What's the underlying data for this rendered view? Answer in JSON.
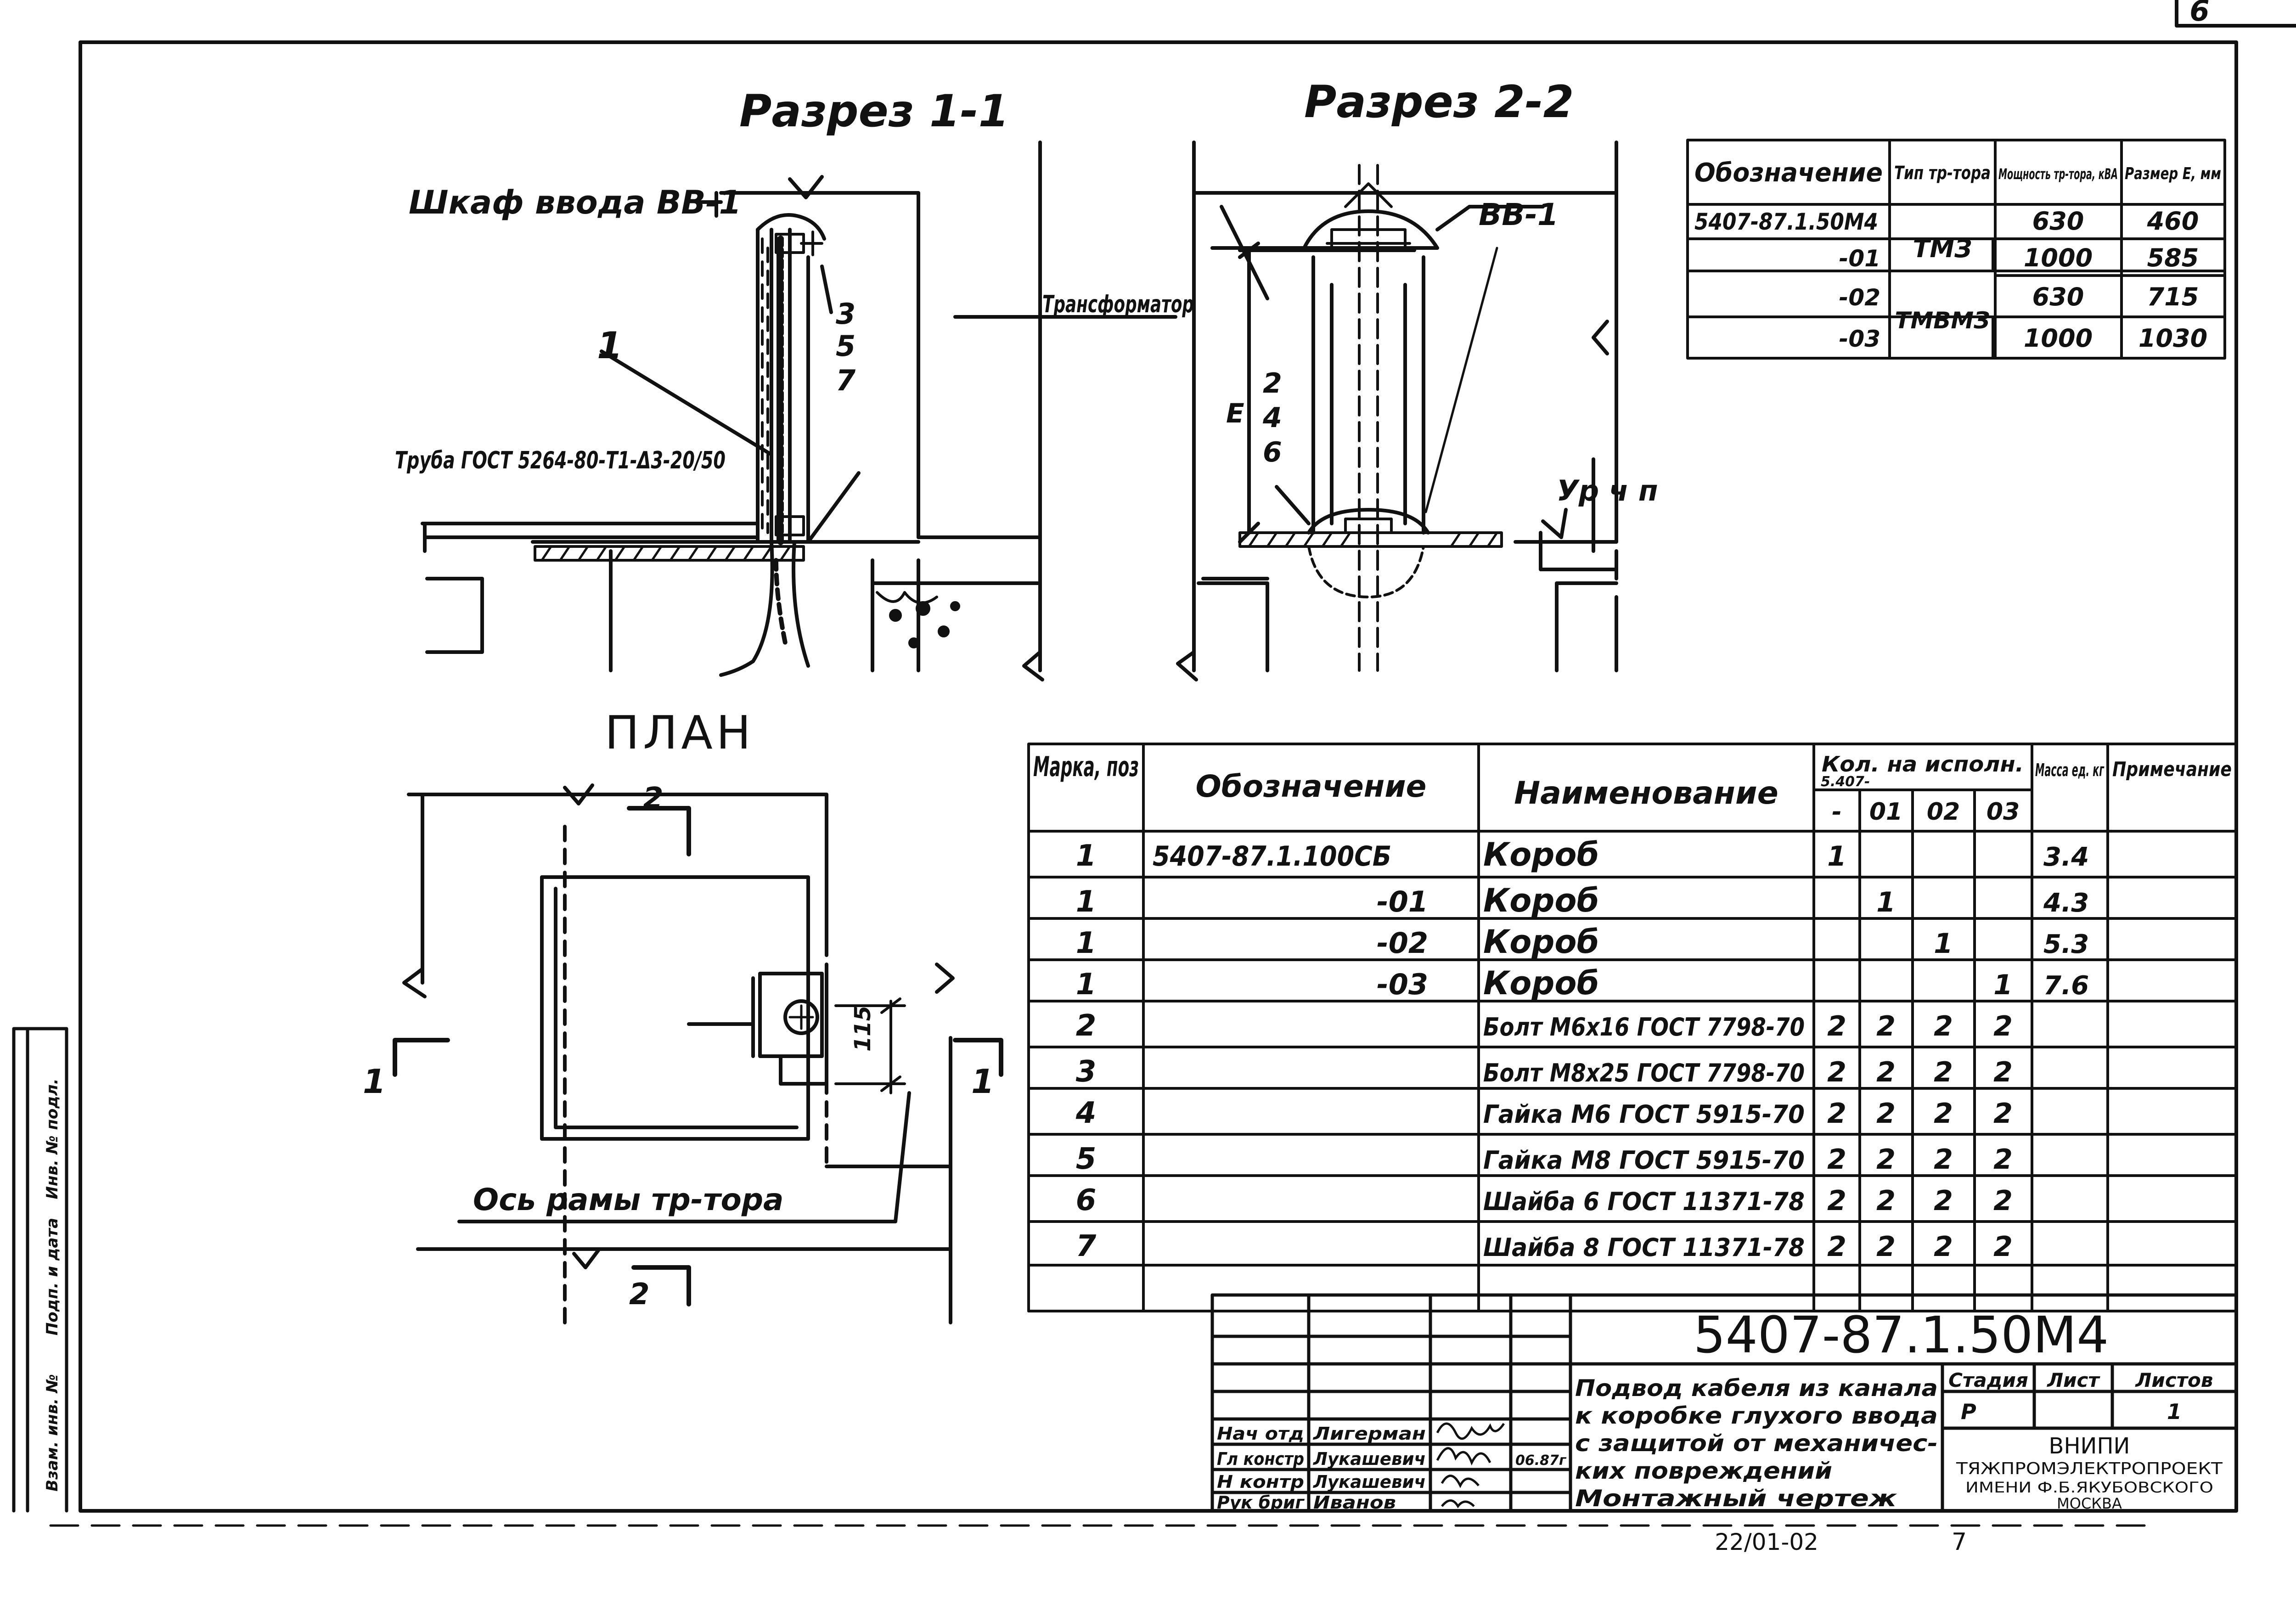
{
  "sheet": {
    "page_number": "6",
    "archive_code": "22/01-02",
    "archive_copy": "7"
  },
  "views": {
    "section11": {
      "title": "Разрез 1-1",
      "cabinet": "Шкаф ввода ВВ-1",
      "pos1": "1",
      "pos3": "3",
      "pos5": "5",
      "pos7": "7",
      "pipe": "Труба ГОСТ 5264-80-Т1-Δ3-20/50"
    },
    "section22": {
      "title": "Разрез 2-2",
      "bb": "ВВ-1",
      "transformer": "Трансформатор",
      "dimE": "Е",
      "pos2": "2",
      "pos4": "4",
      "pos6": "6",
      "level": "Ур ч п"
    },
    "plan": {
      "title": "ПЛАН",
      "cut2": "2",
      "cut1": "1",
      "dim": "115",
      "axis": "Ось рамы тр-тора"
    }
  },
  "variants_table": {
    "headers": [
      "Обозначение",
      "Тип тр-тора",
      "Мощность тр-тора, кВА",
      "Размер Е, мм"
    ],
    "rows": [
      {
        "designation": "5407-87.1.50М4",
        "type": "ТМЗ",
        "power": "630",
        "size": "460"
      },
      {
        "designation": "-01",
        "type": "",
        "power": "1000",
        "size": "585"
      },
      {
        "designation": "-02",
        "type": "ТМВМЗ",
        "power": "630",
        "size": "715"
      },
      {
        "designation": "-03",
        "type": "",
        "power": "1000",
        "size": "1030"
      }
    ]
  },
  "spec_table": {
    "headers": {
      "mark": "Марка, поз",
      "designation": "Обозначение",
      "name": "Наименование",
      "qty": "Кол. на исполн.",
      "qty_prefix": "5.407-",
      "mass": "Масса ед. кг",
      "note": "Примечание"
    },
    "variants": [
      "-",
      "01",
      "02",
      "03"
    ],
    "rows": [
      {
        "pos": "1",
        "designation": "5407-87.1.100СБ",
        "name": "Короб",
        "q": [
          "1",
          "",
          "",
          ""
        ],
        "mass": "3.4",
        "note": ""
      },
      {
        "pos": "1",
        "designation": "-01",
        "name": "Короб",
        "q": [
          "",
          "1",
          "",
          ""
        ],
        "mass": "4.3",
        "note": ""
      },
      {
        "pos": "1",
        "designation": "-02",
        "name": "Короб",
        "q": [
          "",
          "",
          "1",
          ""
        ],
        "mass": "5.3",
        "note": ""
      },
      {
        "pos": "1",
        "designation": "-03",
        "name": "Короб",
        "q": [
          "",
          "",
          "",
          "1"
        ],
        "mass": "7.6",
        "note": ""
      },
      {
        "pos": "2",
        "designation": "",
        "name": "Болт М6х16 ГОСТ 7798-70",
        "q": [
          "2",
          "2",
          "2",
          "2"
        ],
        "mass": "",
        "note": ""
      },
      {
        "pos": "3",
        "designation": "",
        "name": "Болт М8х25 ГОСТ 7798-70",
        "q": [
          "2",
          "2",
          "2",
          "2"
        ],
        "mass": "",
        "note": ""
      },
      {
        "pos": "4",
        "designation": "",
        "name": "Гайка М6 ГОСТ 5915-70",
        "q": [
          "2",
          "2",
          "2",
          "2"
        ],
        "mass": "",
        "note": ""
      },
      {
        "pos": "5",
        "designation": "",
        "name": "Гайка М8 ГОСТ 5915-70",
        "q": [
          "2",
          "2",
          "2",
          "2"
        ],
        "mass": "",
        "note": ""
      },
      {
        "pos": "6",
        "designation": "",
        "name": "Шайба 6 ГОСТ 11371-78",
        "q": [
          "2",
          "2",
          "2",
          "2"
        ],
        "mass": "",
        "note": ""
      },
      {
        "pos": "7",
        "designation": "",
        "name": "Шайба 8 ГОСТ 11371-78",
        "q": [
          "2",
          "2",
          "2",
          "2"
        ],
        "mass": "",
        "note": ""
      }
    ]
  },
  "title_block": {
    "code": "5407-87.1.50М4",
    "description": [
      "Подвод кабеля из канала",
      "к коробке глухого ввода",
      "с защитой от механичес-",
      "ких повреждений",
      "Монтажный чертеж"
    ],
    "stage_label": "Стадия",
    "sheet_label": "Лист",
    "sheets_label": "Листов",
    "stage": "Р",
    "sheet": "",
    "sheets": "1",
    "org": [
      "ВНИПИ",
      "ТЯЖПРОМЭЛЕКТРОПРОЕКТ",
      "ИМЕНИ Ф.Б.ЯКУБОВСКОГО",
      "МОСКВА"
    ],
    "signatures": [
      {
        "role": "Нач отд",
        "name": "Лигерман",
        "date": ""
      },
      {
        "role": "Гл констр",
        "name": "Лукашевич",
        "date": "06.87г"
      },
      {
        "role": "Н контр",
        "name": "Лукашевич",
        "date": ""
      },
      {
        "role": "Рук бриг",
        "name": "Иванов",
        "date": ""
      }
    ]
  },
  "margin": {
    "labels": [
      "Инв. № подл.",
      "Подп. и дата",
      "Взам. инв. №"
    ]
  }
}
